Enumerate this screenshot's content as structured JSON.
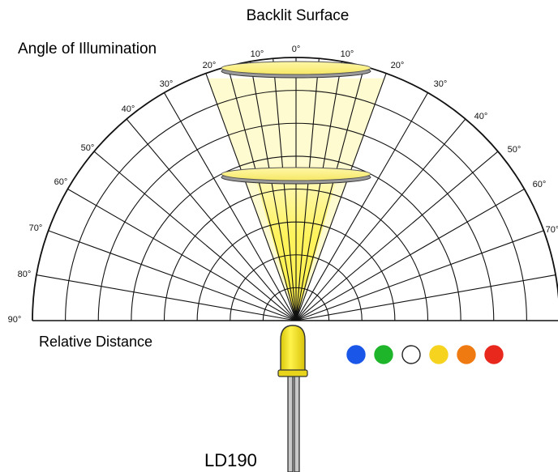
{
  "title": "Backlit Surface",
  "angle_label": "Angle of Illumination",
  "distance_label": "Relative Distance",
  "model_label": "LD190",
  "angle_ticks": {
    "left": [
      "10°",
      "20°",
      "30°",
      "40°",
      "50°",
      "60°",
      "70°",
      "80°",
      "90°"
    ],
    "center": "0°",
    "right": [
      "10°",
      "20°",
      "30°",
      "40°",
      "50°",
      "60°",
      "70°"
    ]
  },
  "color_swatches": [
    {
      "name": "blue",
      "color": "#1a56e8"
    },
    {
      "name": "green",
      "color": "#1fb52b"
    },
    {
      "name": "white",
      "color": "#ffffff"
    },
    {
      "name": "yellow",
      "color": "#f5d31f"
    },
    {
      "name": "orange",
      "color": "#f07a12"
    },
    {
      "name": "red",
      "color": "#e8281c"
    }
  ],
  "colors": {
    "beam": "#fff25a",
    "beam_far": "#fffbd0",
    "led_body": "#f5e416",
    "grid": "#111111"
  }
}
